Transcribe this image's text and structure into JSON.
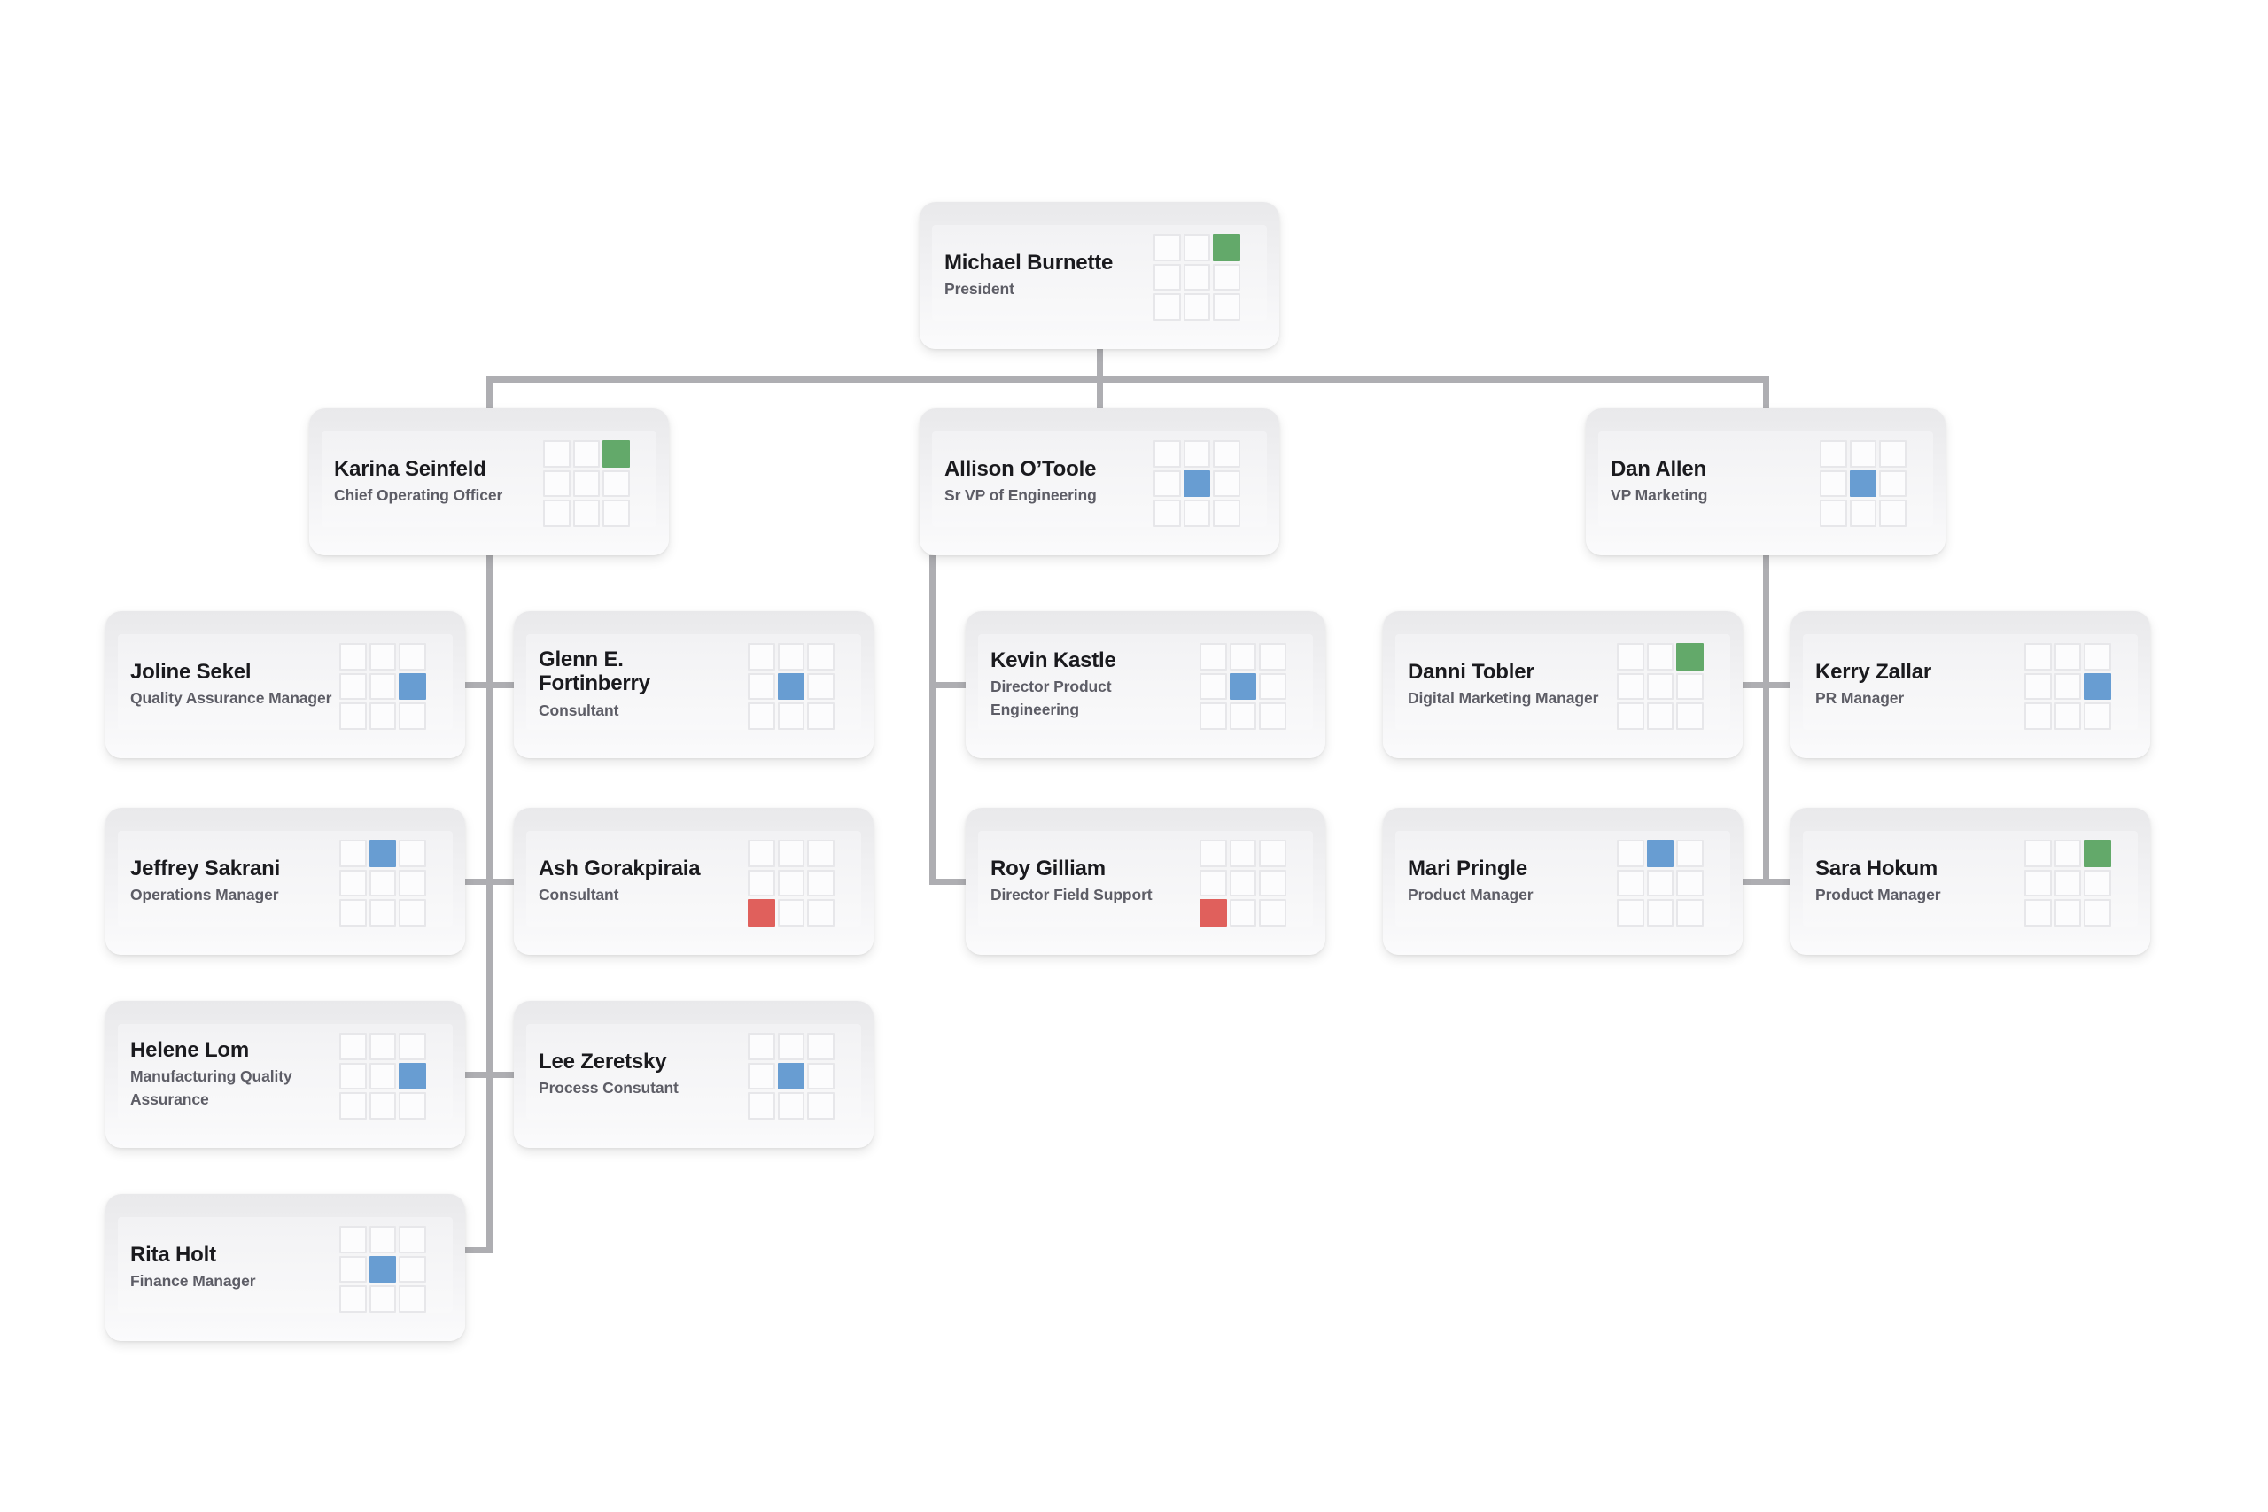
{
  "org": {
    "palette": {
      "green": "#63a96a",
      "blue": "#689dd2",
      "red": "#e0605c",
      "connector_gray": "#aeaeb2",
      "card_top": "#e9e9eb",
      "card_bottom": "#fbfbfc",
      "name_text": "#1a1a1e",
      "title_text": "#5d5d66"
    },
    "cards": [
      {
        "id": "michael",
        "name": "Michael Burnette",
        "title": "President",
        "manager": null,
        "badge": {
          "color": "green",
          "row": 0,
          "col": 2
        }
      },
      {
        "id": "karina",
        "name": "Karina Seinfeld",
        "title": "Chief Operating Officer",
        "manager": "michael",
        "badge": {
          "color": "green",
          "row": 0,
          "col": 2
        }
      },
      {
        "id": "allison",
        "name": "Allison O’Toole",
        "title": "Sr VP of Engineering",
        "manager": "michael",
        "badge": {
          "color": "blue",
          "row": 1,
          "col": 1
        }
      },
      {
        "id": "dan",
        "name": "Dan Allen",
        "title": "VP Marketing",
        "manager": "michael",
        "badge": {
          "color": "blue",
          "row": 1,
          "col": 1
        }
      },
      {
        "id": "joline",
        "name": "Joline Sekel",
        "title": "Quality Assurance Manager",
        "manager": "karina",
        "badge": {
          "color": "blue",
          "row": 1,
          "col": 2
        }
      },
      {
        "id": "glenn",
        "name": "Glenn E. Fortinberry",
        "title": "Consultant",
        "manager": "karina",
        "badge": {
          "color": "blue",
          "row": 1,
          "col": 1
        }
      },
      {
        "id": "jeffrey",
        "name": "Jeffrey Sakrani",
        "title": "Operations Manager",
        "manager": "karina",
        "badge": {
          "color": "blue",
          "row": 0,
          "col": 1
        }
      },
      {
        "id": "ash",
        "name": "Ash Gorakpiraia",
        "title": "Consultant",
        "manager": "karina",
        "badge": {
          "color": "red",
          "row": 2,
          "col": 0
        }
      },
      {
        "id": "helene",
        "name": "Helene Lom",
        "title": "Manufacturing Quality Assurance",
        "manager": "karina",
        "badge": {
          "color": "blue",
          "row": 1,
          "col": 2
        }
      },
      {
        "id": "lee",
        "name": "Lee Zeretsky",
        "title": "Process Consutant",
        "manager": "karina",
        "badge": {
          "color": "blue",
          "row": 1,
          "col": 1
        }
      },
      {
        "id": "rita",
        "name": "Rita Holt",
        "title": "Finance Manager",
        "manager": "karina",
        "badge": {
          "color": "blue",
          "row": 1,
          "col": 1
        }
      },
      {
        "id": "kevin",
        "name": "Kevin Kastle",
        "title": "Director Product Engineering",
        "manager": "allison",
        "badge": {
          "color": "blue",
          "row": 1,
          "col": 1
        }
      },
      {
        "id": "roy",
        "name": "Roy Gilliam",
        "title": "Director Field Support",
        "manager": "allison",
        "badge": {
          "color": "red",
          "row": 2,
          "col": 0
        }
      },
      {
        "id": "danni",
        "name": "Danni Tobler",
        "title": "Digital Marketing Manager",
        "manager": "dan",
        "badge": {
          "color": "green",
          "row": 0,
          "col": 2
        }
      },
      {
        "id": "kerry",
        "name": "Kerry Zallar",
        "title": "PR Manager",
        "manager": "dan",
        "badge": {
          "color": "blue",
          "row": 1,
          "col": 2
        }
      },
      {
        "id": "mari",
        "name": "Mari Pringle",
        "title": "Product Manager",
        "manager": "dan",
        "badge": {
          "color": "blue",
          "row": 0,
          "col": 1
        }
      },
      {
        "id": "sara",
        "name": "Sara Hokum",
        "title": "Product Manager",
        "manager": "dan",
        "badge": {
          "color": "green",
          "row": 0,
          "col": 2
        }
      }
    ]
  }
}
